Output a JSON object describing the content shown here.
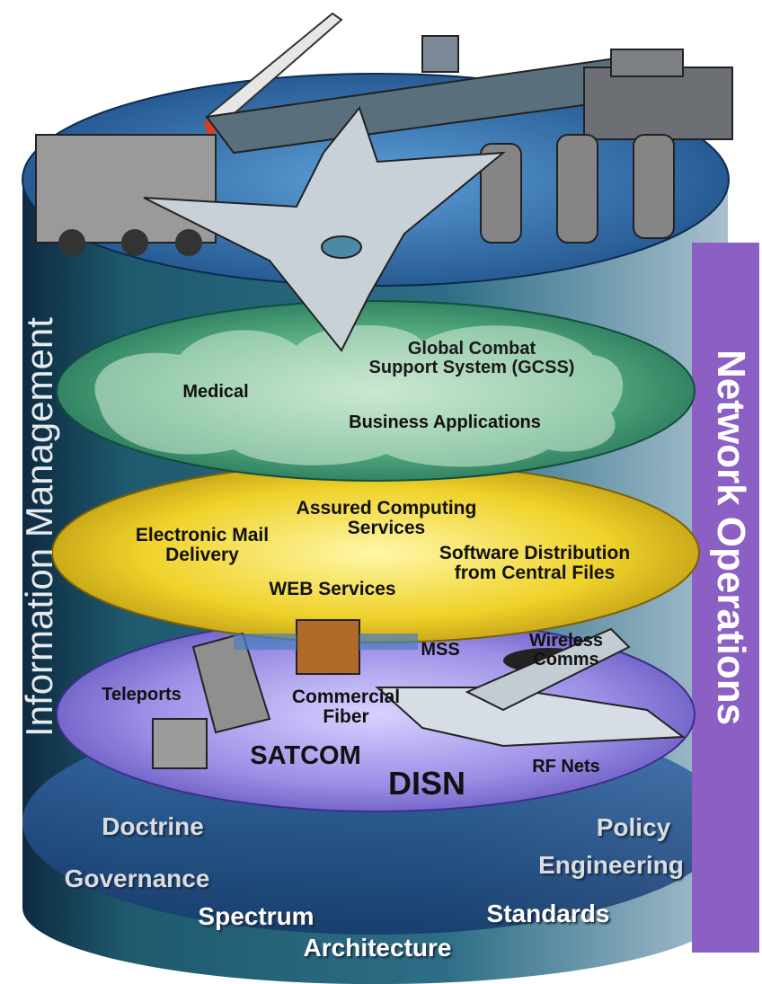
{
  "side_labels": {
    "left": "Information Management",
    "right": "Network Operations"
  },
  "layers": {
    "applications": {
      "gcss": "Global Combat\nSupport System (GCSS)",
      "medical": "Medical",
      "business": "Business Applications"
    },
    "services": {
      "assured": "Assured Computing\nServices",
      "email": "Electronic Mail\nDelivery",
      "software": "Software Distribution\nfrom Central Files",
      "web": "WEB Services"
    },
    "transport": {
      "mss": "MSS",
      "wireless": "Wireless\nComms",
      "teleports": "Teleports",
      "fiber": "Commercial\nFiber",
      "satcom": "SATCOM",
      "disn": "DISN",
      "rfnets": "RF Nets"
    }
  },
  "foundation": {
    "doctrine": "Doctrine",
    "policy": "Policy",
    "governance": "Governance",
    "engineering": "Engineering",
    "spectrum": "Spectrum",
    "standards": "Standards",
    "architecture": "Architecture"
  },
  "icons": [
    "missile-icon",
    "aircraft-carrier-icon",
    "tank-icon",
    "missile-launcher-icon",
    "fighter-jet-icon",
    "soldiers-icon",
    "satellite-dish-icon",
    "satellite-icon",
    "awacs-plane-icon"
  ],
  "colors": {
    "cylinder_body": "#1f4d6e",
    "top_blue": "#2f6fa6",
    "apps_green": "#3e9a74",
    "services_yellow": "#e8c51c",
    "transport_purple": "#8d7fd9",
    "netops_purple": "#8c5fc4"
  }
}
